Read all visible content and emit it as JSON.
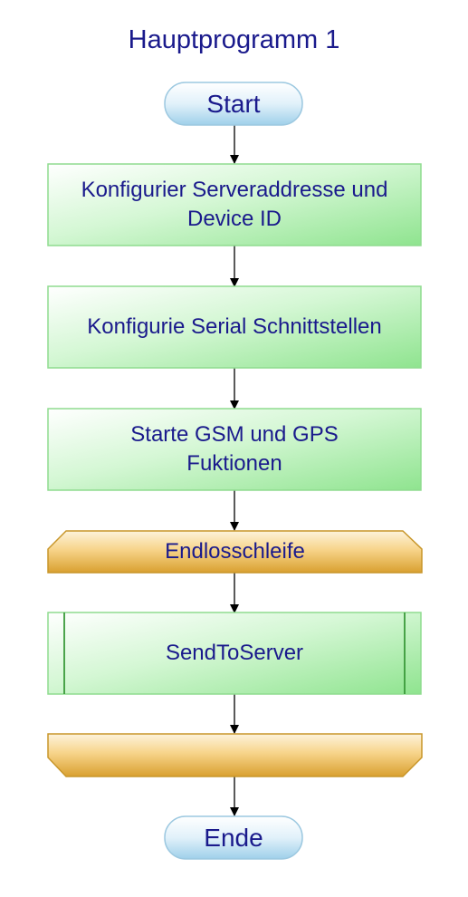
{
  "title": "Hauptprogramm 1",
  "nodes": {
    "start": "Start",
    "step1": "Konfigurier Serveraddresse und Device ID",
    "step2": "Konfigurie Serial Schnittstellen",
    "step3": "Starte GSM und GPS Fuktionen",
    "loop_start": "Endlosschleife",
    "subroutine": "SendToServer",
    "loop_end": "",
    "end": "Ende"
  },
  "colors": {
    "text": "#1a1a8c",
    "terminal_fill": "#bfe1f2",
    "process_fill": "#ccf5cc",
    "process_border": "#7ed87e",
    "loop_fill": "#f0c060",
    "loop_border": "#c8962a",
    "arrow": "#000000"
  }
}
